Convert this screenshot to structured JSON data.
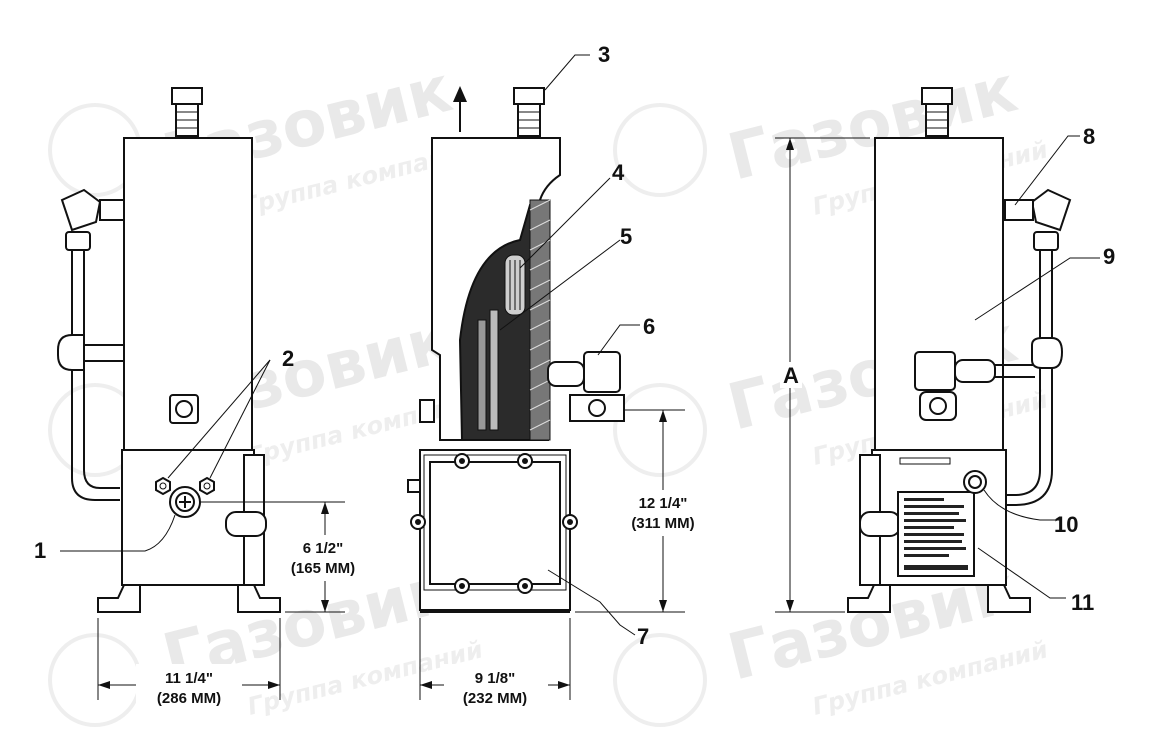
{
  "watermark": {
    "brand": "Газовик",
    "tagline": "Группа компаний"
  },
  "callouts": {
    "c1": "1",
    "c2": "2",
    "c3": "3",
    "c4": "4",
    "c5": "5",
    "c6": "6",
    "c7": "7",
    "c8": "8",
    "c9": "9",
    "c10": "10",
    "c11": "11"
  },
  "dimensions": {
    "width_left": "11 1/4\"",
    "width_left_mm": "(286 MM)",
    "height_inlet": "6 1/2\"",
    "height_inlet_mm": "(165 MM)",
    "width_mid": "9 1/8\"",
    "width_mid_mm": "(232 MM)",
    "height_outlet": "12 1/4\"",
    "height_outlet_mm": "(311 MM)",
    "overall_height": "A"
  },
  "colors": {
    "line": "#111111",
    "watermark": "#e9e9e9",
    "background": "#ffffff"
  }
}
